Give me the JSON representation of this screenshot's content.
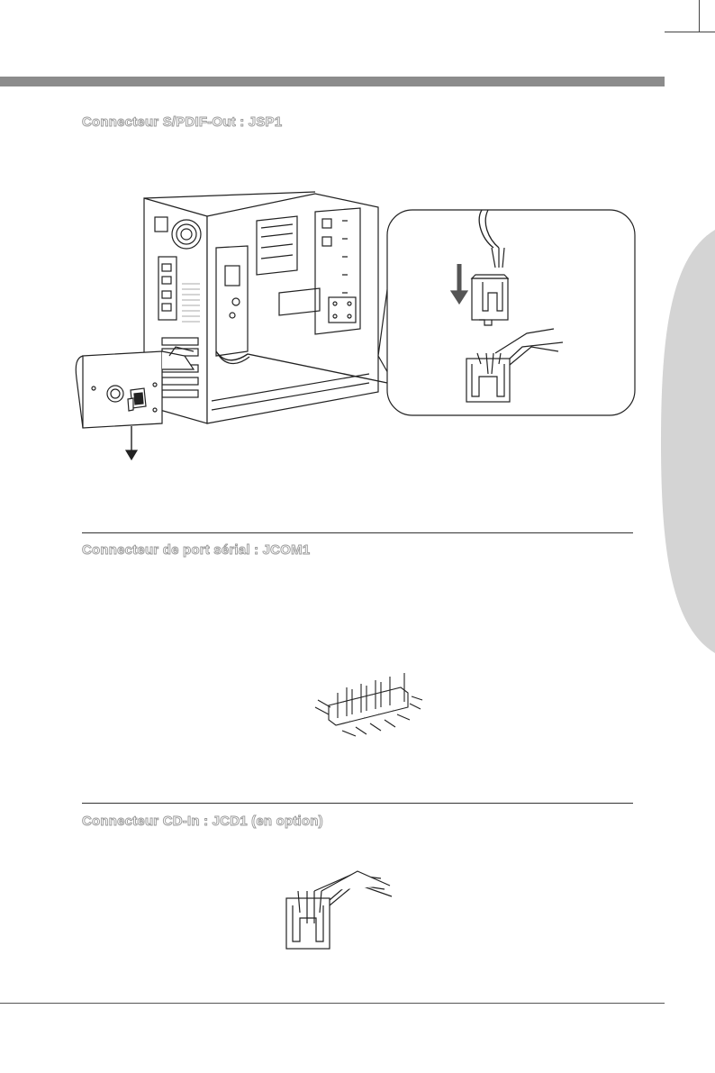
{
  "sections": [
    {
      "heading": "Connecteur S/PDIF-Out : JSP1"
    },
    {
      "heading": "Connecteur de port sérial : JCOM1"
    },
    {
      "heading": "Connecteur CD-In : JCD1 (en option)"
    }
  ],
  "colors": {
    "header_bar": "#8c8c8c",
    "side_tab": "#d4d4d4",
    "heading_outline": "#9a9a9a",
    "line_art": "#222222"
  }
}
